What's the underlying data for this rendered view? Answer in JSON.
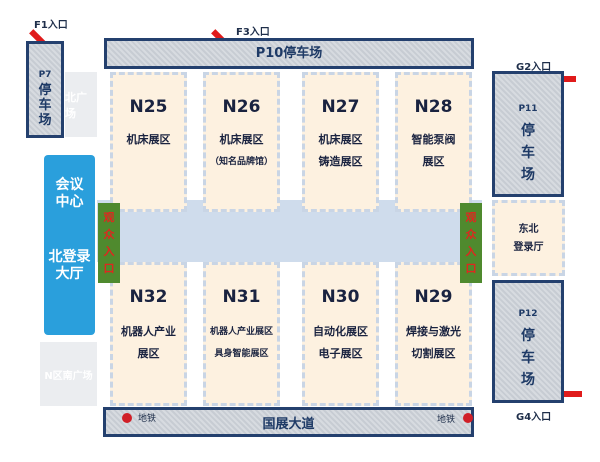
{
  "entrances": {
    "f1": "F1入口",
    "f3": "F3入口",
    "g2": "G2入口",
    "g4": "G4入口"
  },
  "parking": {
    "p7": {
      "code": "P7",
      "chars": [
        "停",
        "车",
        "场"
      ]
    },
    "p10": {
      "label": "P10停车场"
    },
    "p11": {
      "code": "P11",
      "chars": [
        "停",
        "车",
        "场"
      ]
    },
    "p12": {
      "code": "P12",
      "chars": [
        "停",
        "车",
        "场"
      ]
    }
  },
  "plazas": {
    "north": "北广场",
    "south": "N区南广场"
  },
  "conference": {
    "line1": "会议",
    "line2": "中心",
    "line3": "北登录",
    "line4": "大厅"
  },
  "audience_entrance": [
    "观",
    "众",
    "入",
    "口"
  ],
  "northeast_hall": {
    "line1": "东北",
    "line2": "登录厅"
  },
  "halls_top": [
    {
      "code": "N25",
      "lines": [
        "机床展区"
      ]
    },
    {
      "code": "N26",
      "lines": [
        "机床展区",
        "（知名品牌馆）"
      ]
    },
    {
      "code": "N27",
      "lines": [
        "机床展区",
        "铸造展区"
      ]
    },
    {
      "code": "N28",
      "lines": [
        "智能泵阀",
        "展区"
      ]
    }
  ],
  "halls_bottom": [
    {
      "code": "N32",
      "lines": [
        "机器人产业",
        "展区"
      ]
    },
    {
      "code": "N31",
      "lines": [
        "机器人产业展区",
        "具身智能展区"
      ]
    },
    {
      "code": "N30",
      "lines": [
        "自动化展区",
        "电子展区"
      ]
    },
    {
      "code": "N29",
      "lines": [
        "焊接与激光",
        "切割展区"
      ]
    }
  ],
  "road": {
    "label": "国展大道",
    "metro_left": "地铁",
    "metro_right": "地铁"
  },
  "colors": {
    "navy": "#24406e",
    "hall": "#fdf1e0",
    "corridor": "#cfdcec",
    "conference": "#2a9fdc",
    "entrance": "#4f8a2e",
    "arrow": "#e01b1b"
  }
}
